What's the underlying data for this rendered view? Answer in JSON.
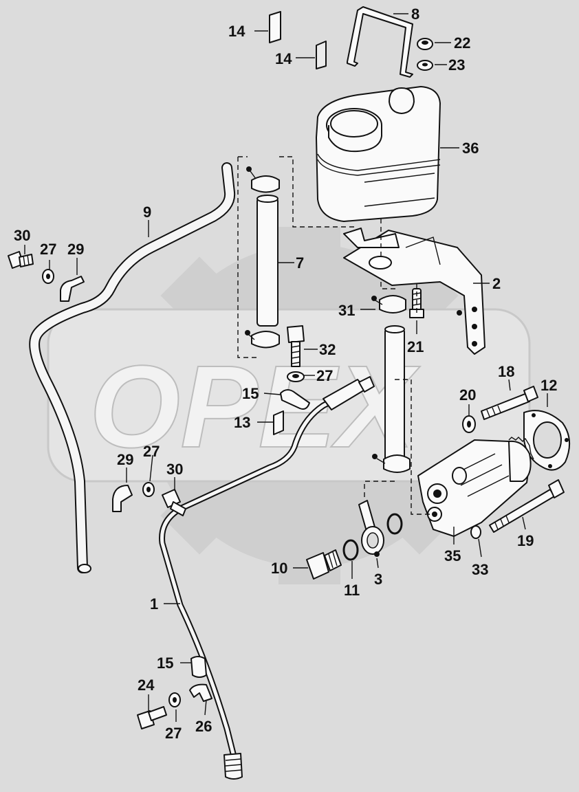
{
  "watermark": {
    "text": "OPEX"
  },
  "labels": [
    {
      "id": "lbl-14a",
      "text": "14"
    },
    {
      "id": "lbl-14b",
      "text": "14"
    },
    {
      "id": "lbl-8",
      "text": "8"
    },
    {
      "id": "lbl-22",
      "text": "22"
    },
    {
      "id": "lbl-23",
      "text": "23"
    },
    {
      "id": "lbl-36",
      "text": "36"
    },
    {
      "id": "lbl-9",
      "text": "9"
    },
    {
      "id": "lbl-30a",
      "text": "30"
    },
    {
      "id": "lbl-27a",
      "text": "27"
    },
    {
      "id": "lbl-29a",
      "text": "29"
    },
    {
      "id": "lbl-7",
      "text": "7"
    },
    {
      "id": "lbl-2",
      "text": "2"
    },
    {
      "id": "lbl-31",
      "text": "31"
    },
    {
      "id": "lbl-21",
      "text": "21"
    },
    {
      "id": "lbl-32",
      "text": "32"
    },
    {
      "id": "lbl-27b",
      "text": "27"
    },
    {
      "id": "lbl-15a",
      "text": "15"
    },
    {
      "id": "lbl-13",
      "text": "13"
    },
    {
      "id": "lbl-18",
      "text": "18"
    },
    {
      "id": "lbl-12",
      "text": "12"
    },
    {
      "id": "lbl-20",
      "text": "20"
    },
    {
      "id": "lbl-29b",
      "text": "29"
    },
    {
      "id": "lbl-27c",
      "text": "27"
    },
    {
      "id": "lbl-30b",
      "text": "30"
    },
    {
      "id": "lbl-10",
      "text": "10"
    },
    {
      "id": "lbl-11",
      "text": "11"
    },
    {
      "id": "lbl-3",
      "text": "3"
    },
    {
      "id": "lbl-35",
      "text": "35"
    },
    {
      "id": "lbl-33",
      "text": "33"
    },
    {
      "id": "lbl-19",
      "text": "19"
    },
    {
      "id": "lbl-1",
      "text": "1"
    },
    {
      "id": "lbl-15b",
      "text": "15"
    },
    {
      "id": "lbl-24",
      "text": "24"
    },
    {
      "id": "lbl-27d",
      "text": "27"
    },
    {
      "id": "lbl-26",
      "text": "26"
    }
  ]
}
